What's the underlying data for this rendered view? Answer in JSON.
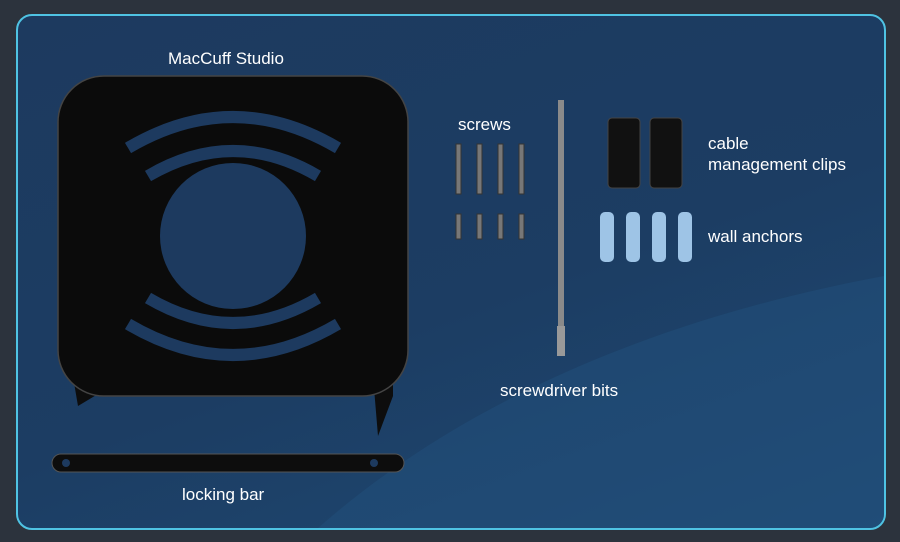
{
  "labels": {
    "product": "MacCuff Studio",
    "screws": "screws",
    "cable_clips_line1": "cable",
    "cable_clips_line2": "management clips",
    "wall_anchors": "wall anchors",
    "screwdriver_bits": "screwdriver bits",
    "locking_bar": "locking bar"
  },
  "colors": {
    "border": "#4fc3e3",
    "card": "#1d3a5f",
    "outer": "#2c333d"
  }
}
